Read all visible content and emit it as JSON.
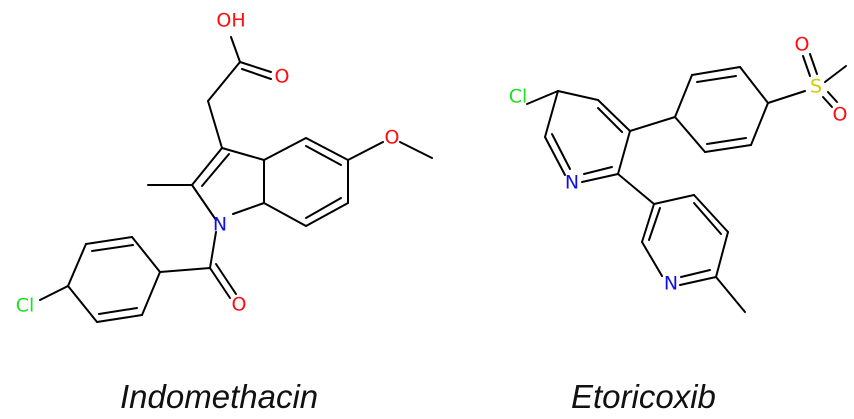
{
  "figure": {
    "molecules": [
      {
        "name": "Indomethacin",
        "atom_labels": {
          "hydroxyl": "OH",
          "carbonyl_o1": "O",
          "ether_o": "O",
          "ring_n": "N",
          "amide_o": "O",
          "chlorine": "Cl"
        }
      },
      {
        "name": "Etoricoxib",
        "atom_labels": {
          "chlorine": "Cl",
          "pyridine_n1": "N",
          "pyridine_n2": "N",
          "sulfur": "S",
          "sulfonyl_o1": "O",
          "sulfonyl_o2": "O"
        }
      }
    ],
    "colors": {
      "oxygen": "#ff0d0d",
      "nitrogen": "#1010e0",
      "chlorine": "#1fe01f",
      "sulfur": "#cccc00",
      "bond": "#000000"
    }
  }
}
